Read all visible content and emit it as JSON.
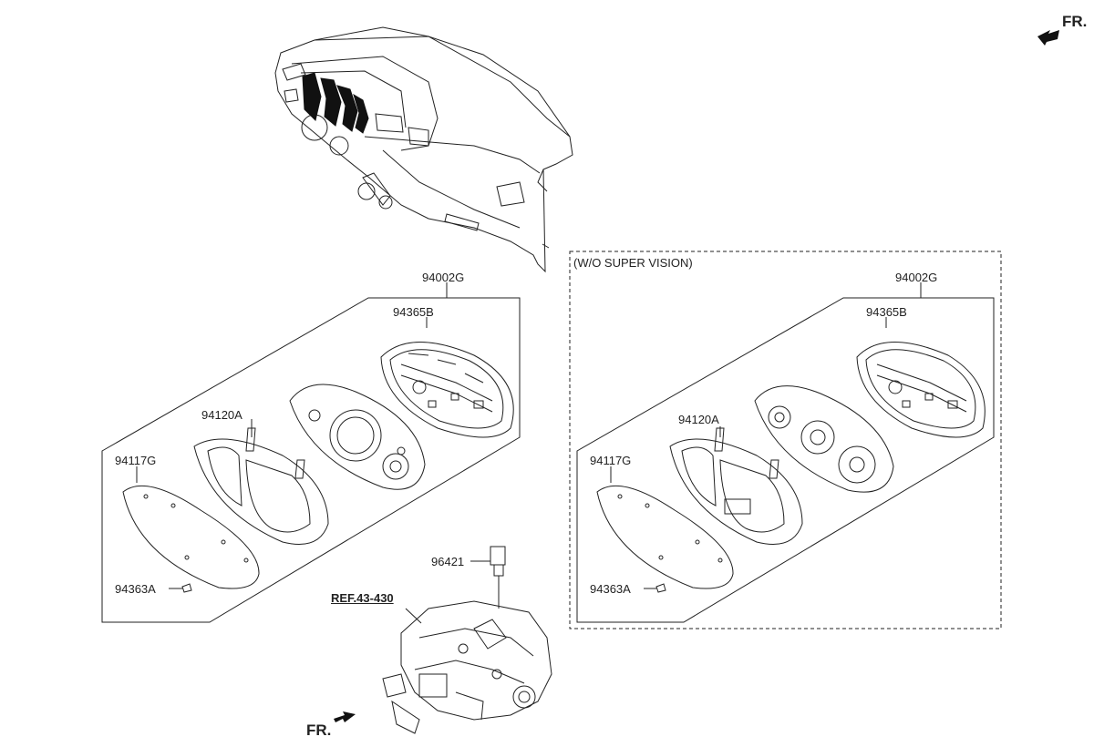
{
  "diagram": {
    "fr_top": "FR.",
    "fr_bottom": "FR.",
    "variant_label": "(W/O SUPER VISION)",
    "ref_label": "REF.43-430",
    "left_group": {
      "assembly": "94002G",
      "cluster_case": "94365B",
      "mask": "94120A",
      "window": "94117G",
      "screw": "94363A"
    },
    "right_group": {
      "assembly": "94002G",
      "cluster_case": "94365B",
      "mask": "94120A",
      "window": "94117G",
      "screw": "94363A"
    },
    "sensor": "96421"
  }
}
